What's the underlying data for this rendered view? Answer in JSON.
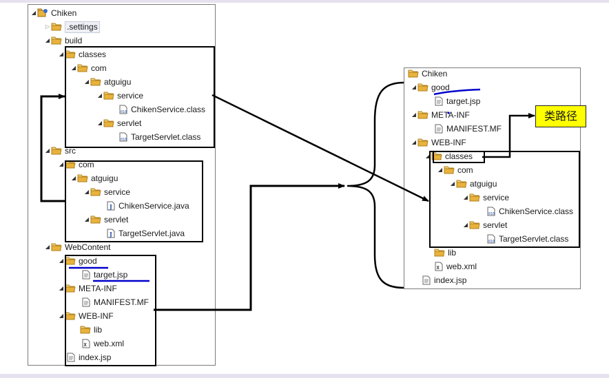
{
  "colors": {
    "arrow": "#000000",
    "underline": "#0000cc",
    "callout_bg": "#ffff00",
    "folder": "#e8b23c"
  },
  "left_tree": {
    "root": "Chiken",
    "settings": ".settings",
    "build": "build",
    "classes": "classes",
    "com": "com",
    "atguigu": "atguigu",
    "service": "service",
    "service_class": "ChikenService.class",
    "servlet": "servlet",
    "servlet_class": "TargetServlet.class",
    "src": "src",
    "src_com": "com",
    "src_atguigu": "atguigu",
    "src_service": "service",
    "service_java": "ChikenService.java",
    "src_servlet": "servlet",
    "servlet_java": "TargetServlet.java",
    "webcontent": "WebContent",
    "good": "good",
    "target_jsp": "target.jsp",
    "meta_inf": "META-INF",
    "manifest": "MANIFEST.MF",
    "web_inf": "WEB-INF",
    "lib": "lib",
    "web_xml": "web.xml",
    "index_jsp": "index.jsp"
  },
  "right_tree": {
    "root": "Chiken",
    "good": "good",
    "target_jsp": "target.jsp",
    "meta_inf": "META-INF",
    "manifest": "MANIFEST.MF",
    "web_inf": "WEB-INF",
    "classes": "classes",
    "com": "com",
    "atguigu": "atguigu",
    "service": "service",
    "service_class": "ChikenService.class",
    "servlet": "servlet",
    "servlet_class": "TargetServlet.class",
    "lib": "lib",
    "web_xml": "web.xml",
    "index_jsp": "index.jsp"
  },
  "callout": {
    "text": "类路径"
  }
}
